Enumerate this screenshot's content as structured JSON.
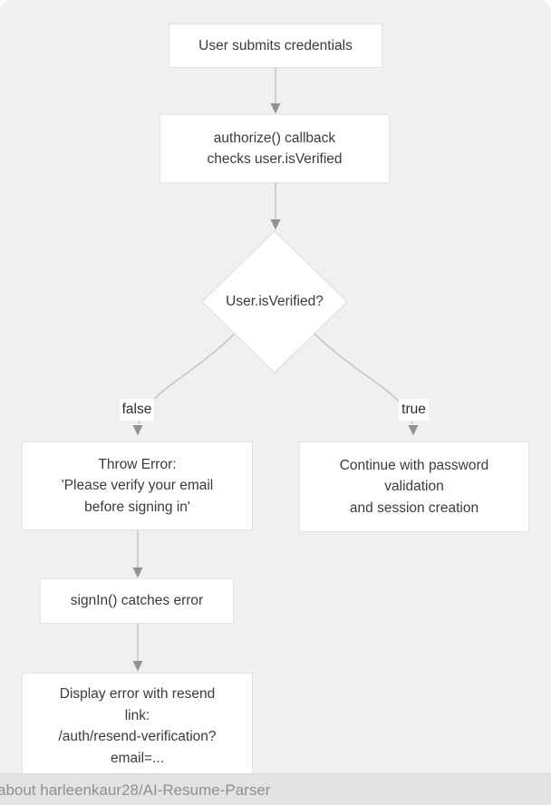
{
  "flowchart": {
    "nodes": {
      "submit": "User submits credentials",
      "authorize": "authorize() callback\nchecks user.isVerified",
      "decision": "User.isVerified?",
      "throw_error": "Throw Error:\n'Please verify your email\nbefore signing in'",
      "continue_flow": "Continue with password\nvalidation\nand session creation",
      "signin_catch": "signIn() catches error",
      "display_error": "Display error with resend\nlink:\n/auth/resend-verification?\nemail=..."
    },
    "edge_labels": {
      "false_label": "false",
      "true_label": "true"
    }
  },
  "statusbar": {
    "text": "about harleenkaur28/AI-Resume-Parser"
  },
  "colors": {
    "panel_bg": "#f1f0ee",
    "node_fill": "#ffffff",
    "node_border": "#e4e3e1",
    "node_text": "#3b3b3b",
    "edge_line": "#c6c5c3",
    "arrowhead": "#919190",
    "statusbar_bg": "#e4e3e1",
    "statusbar_text": "#90908e"
  }
}
